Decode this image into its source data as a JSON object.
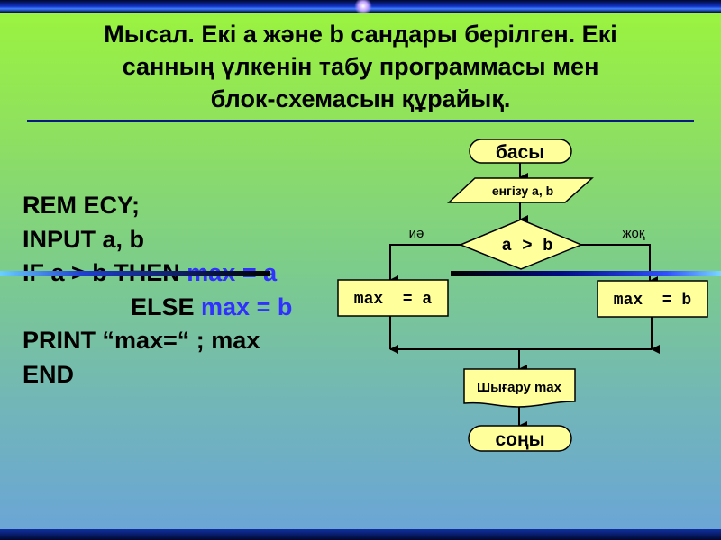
{
  "title": {
    "label": "Мысал.",
    "lines": [
      "Екі a және b сандары берілген. Екі",
      "санның үлкенін табу программасы мен",
      "блок-схемасын құрайық."
    ]
  },
  "code": {
    "line1": "REM ECY;",
    "line2": "INPUT a, b",
    "line3_kw": "IF a > b THEN ",
    "line3_val": "max = a",
    "line4_kw": "ELSE ",
    "line4_val": "max = b",
    "line5": "PRINT “max=“ ; max",
    "line6": "END"
  },
  "flowchart": {
    "start": "басы",
    "input": "енгізу a, b",
    "condition": "a > b",
    "yes_label": "иә",
    "no_label": "жоқ",
    "yes_action": "max  = a",
    "no_action": "max  = b",
    "output": "Шығару max",
    "end": "соңы",
    "shape_fill": "#ffff9c"
  },
  "colors": {
    "keyword_blue": "#3030ff",
    "rule": "#0a1a80"
  }
}
